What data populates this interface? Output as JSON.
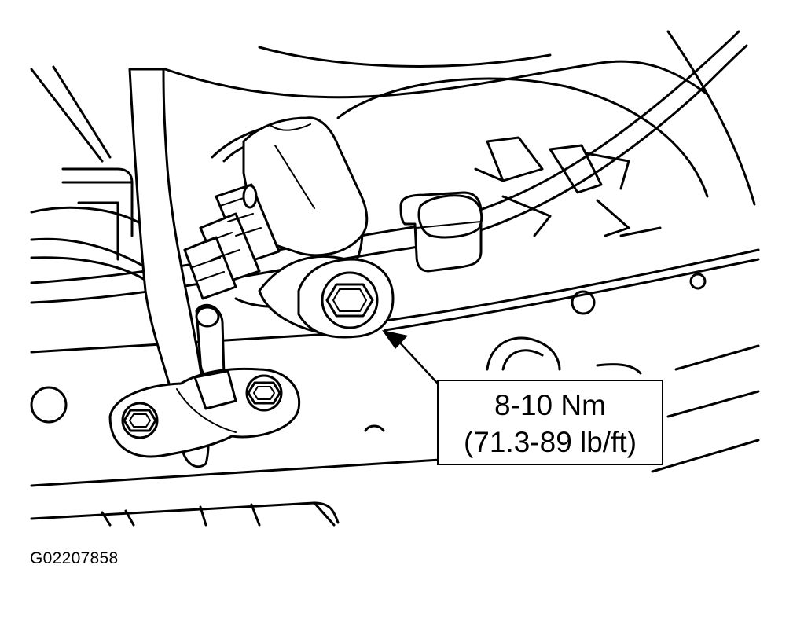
{
  "callout": {
    "torque_nm": "8-10 Nm",
    "torque_lbft": "(71.3-89 lb/ft)"
  },
  "figure_id": "G02207858"
}
